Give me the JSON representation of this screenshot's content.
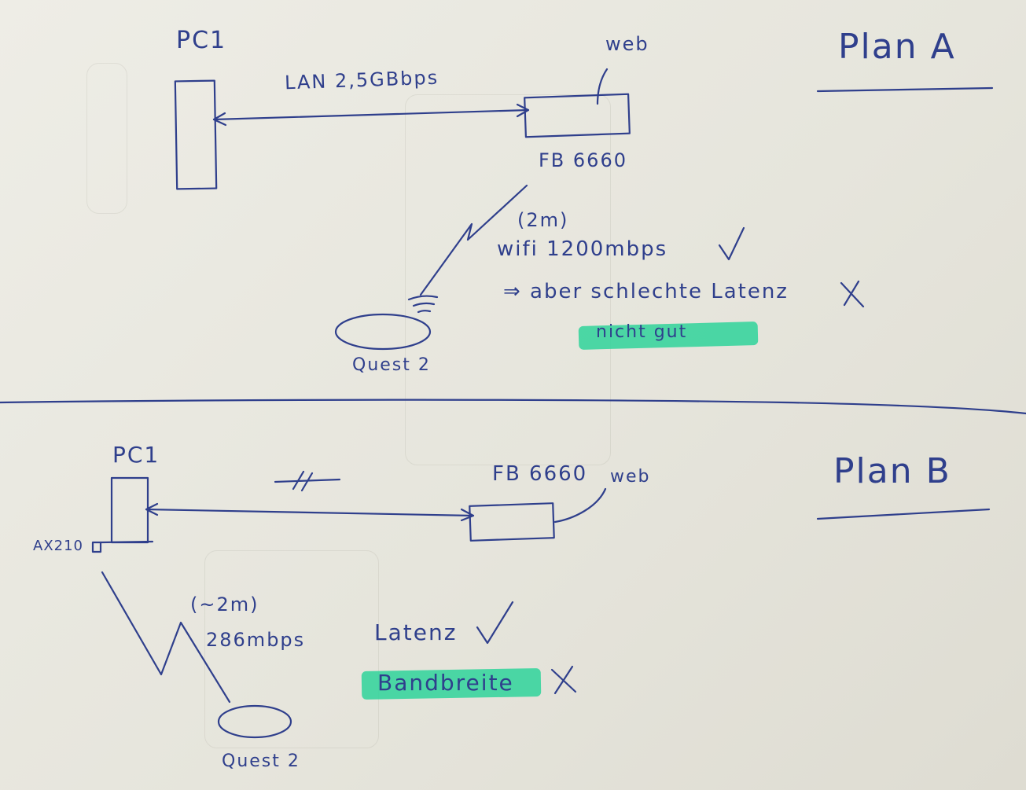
{
  "colors": {
    "ink": "#2f3f8c",
    "highlight": "#2fd39a",
    "paper": "#eeede6"
  },
  "plan_a": {
    "title": "Plan A",
    "pc_label": "PC1",
    "link_label": "LAN 2,5GBbps",
    "web_label": "web",
    "router_label": "FB 6660",
    "distance_label": "(2m)",
    "wifi_label": "wifi 1200mbps",
    "latency_note": "⇒ aber schlechte Latenz",
    "verdict": "nicht gut",
    "device_label": "Quest 2"
  },
  "plan_b": {
    "title": "Plan B",
    "pc_label": "PC1",
    "adapter_label": "AX210",
    "router_label": "FB 6660",
    "web_label": "web",
    "distance_label": "(~2m)",
    "speed_label": "286mbps",
    "latency_label": "Latenz",
    "bandwidth_label": "Bandbreite",
    "device_label": "Quest 2"
  },
  "icons": {
    "check": "check-icon",
    "cross": "cross-icon",
    "wifi": "wifi-icon",
    "lightning": "wireless-link-icon",
    "broken_link": "broken-link-icon"
  }
}
